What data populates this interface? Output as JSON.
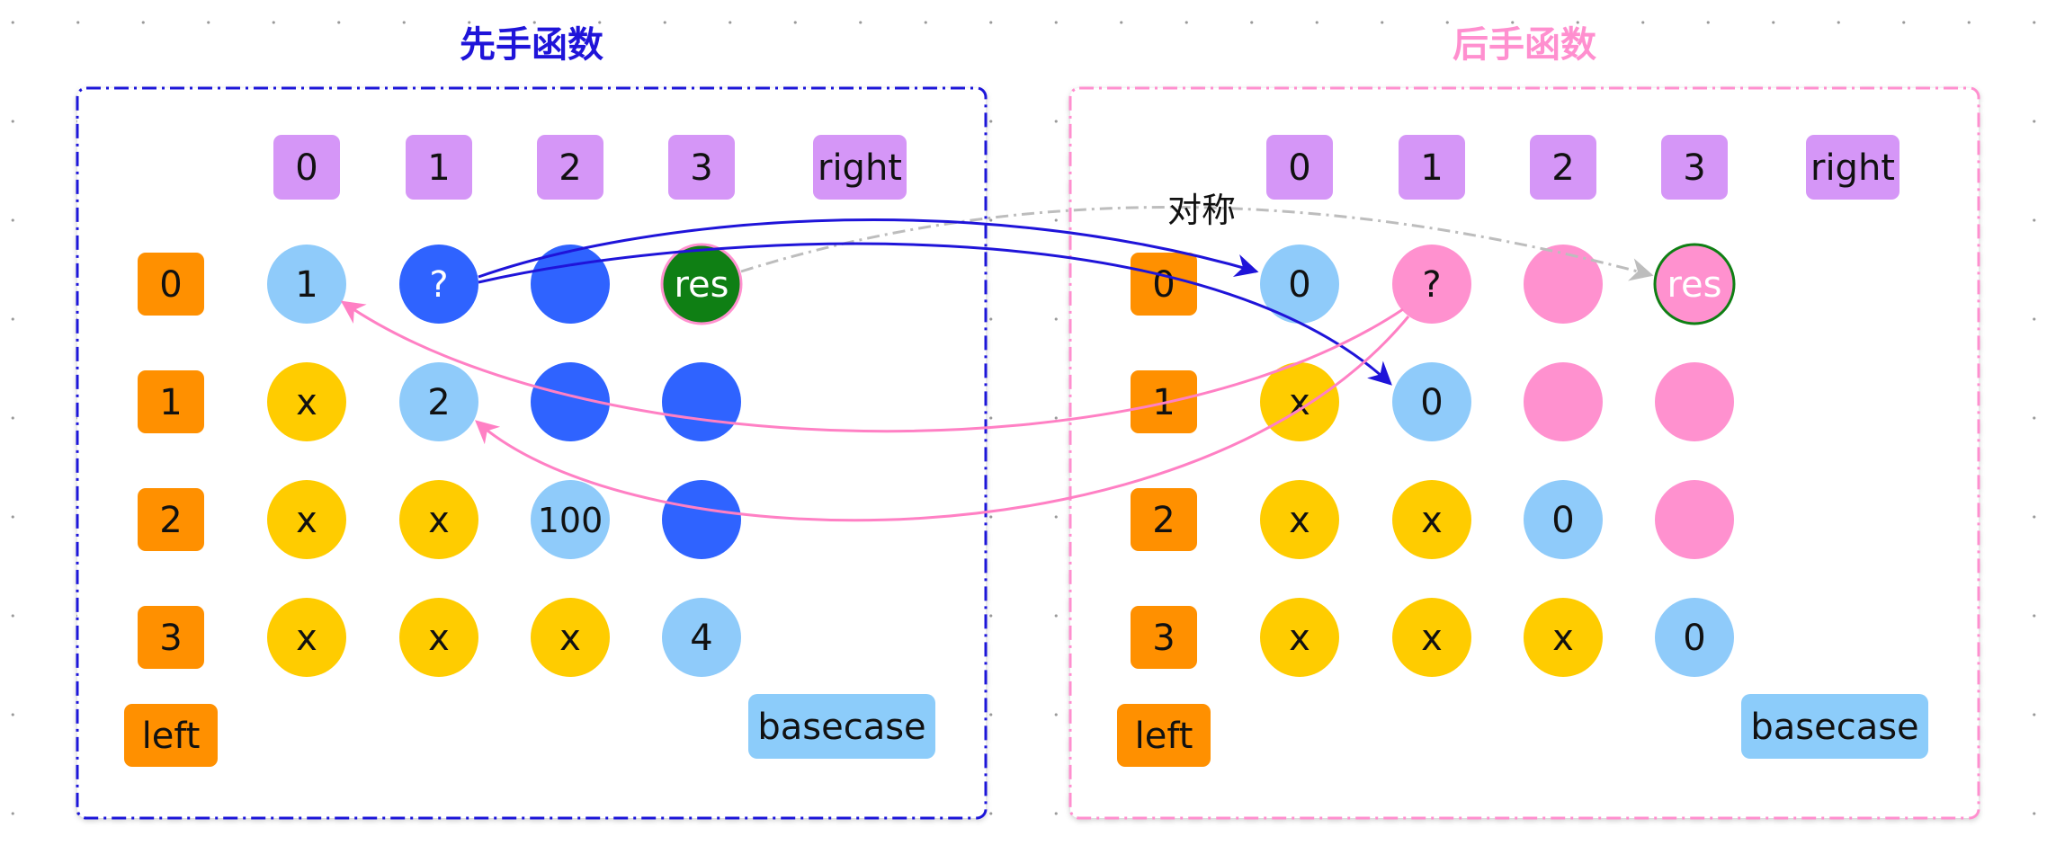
{
  "panels": [
    {
      "title": "先手函数",
      "accent": "#1f14d9",
      "border_color": "#1f14d9",
      "col_labels": [
        "0",
        "1",
        "2",
        "3",
        "right"
      ],
      "row_labels": [
        "0",
        "1",
        "2",
        "3",
        "left"
      ],
      "basecase_label": "basecase",
      "cells": [
        [
          {
            "text": "1",
            "kind": "light"
          },
          {
            "text": "?",
            "kind": "strong"
          },
          {
            "text": "",
            "kind": "strong"
          },
          {
            "text": "res",
            "kind": "result"
          }
        ],
        [
          {
            "text": "x",
            "kind": "invalid"
          },
          {
            "text": "2",
            "kind": "light"
          },
          {
            "text": "",
            "kind": "strong"
          },
          {
            "text": "",
            "kind": "strong"
          }
        ],
        [
          {
            "text": "x",
            "kind": "invalid"
          },
          {
            "text": "x",
            "kind": "invalid"
          },
          {
            "text": "100",
            "kind": "light"
          },
          {
            "text": "",
            "kind": "strong"
          }
        ],
        [
          {
            "text": "x",
            "kind": "invalid"
          },
          {
            "text": "x",
            "kind": "invalid"
          },
          {
            "text": "x",
            "kind": "invalid"
          },
          {
            "text": "4",
            "kind": "light"
          }
        ]
      ]
    },
    {
      "title": "后手函数",
      "accent": "#ff8fcf",
      "border_color": "#ff8fcf",
      "col_labels": [
        "0",
        "1",
        "2",
        "3",
        "right"
      ],
      "row_labels": [
        "0",
        "1",
        "2",
        "3",
        "left"
      ],
      "basecase_label": "basecase",
      "cells": [
        [
          {
            "text": "0",
            "kind": "light"
          },
          {
            "text": "?",
            "kind": "pink"
          },
          {
            "text": "",
            "kind": "pink"
          },
          {
            "text": "res",
            "kind": "result"
          }
        ],
        [
          {
            "text": "x",
            "kind": "invalid"
          },
          {
            "text": "0",
            "kind": "light"
          },
          {
            "text": "",
            "kind": "pink"
          },
          {
            "text": "",
            "kind": "pink"
          }
        ],
        [
          {
            "text": "x",
            "kind": "invalid"
          },
          {
            "text": "x",
            "kind": "invalid"
          },
          {
            "text": "0",
            "kind": "light"
          },
          {
            "text": "",
            "kind": "pink"
          }
        ],
        [
          {
            "text": "x",
            "kind": "invalid"
          },
          {
            "text": "x",
            "kind": "invalid"
          },
          {
            "text": "x",
            "kind": "invalid"
          },
          {
            "text": "0",
            "kind": "light"
          }
        ]
      ]
    }
  ],
  "symmetry_label": "对称",
  "colors": {
    "header_purple": "#d596f7",
    "row_orange": "#ff9000",
    "basecase_blue": "#8cccfa",
    "cell_light": "#8fcbfa",
    "cell_strong": "#2f63ff",
    "cell_invalid": "#ffcc00",
    "cell_pink": "#ff91cf",
    "result_green": "#0f7f14",
    "result_pink_fill": "#ff91cf",
    "arrow_blue": "#1f14d9",
    "arrow_pink": "#ff80c4",
    "arrow_gray": "#bdbdbd"
  }
}
